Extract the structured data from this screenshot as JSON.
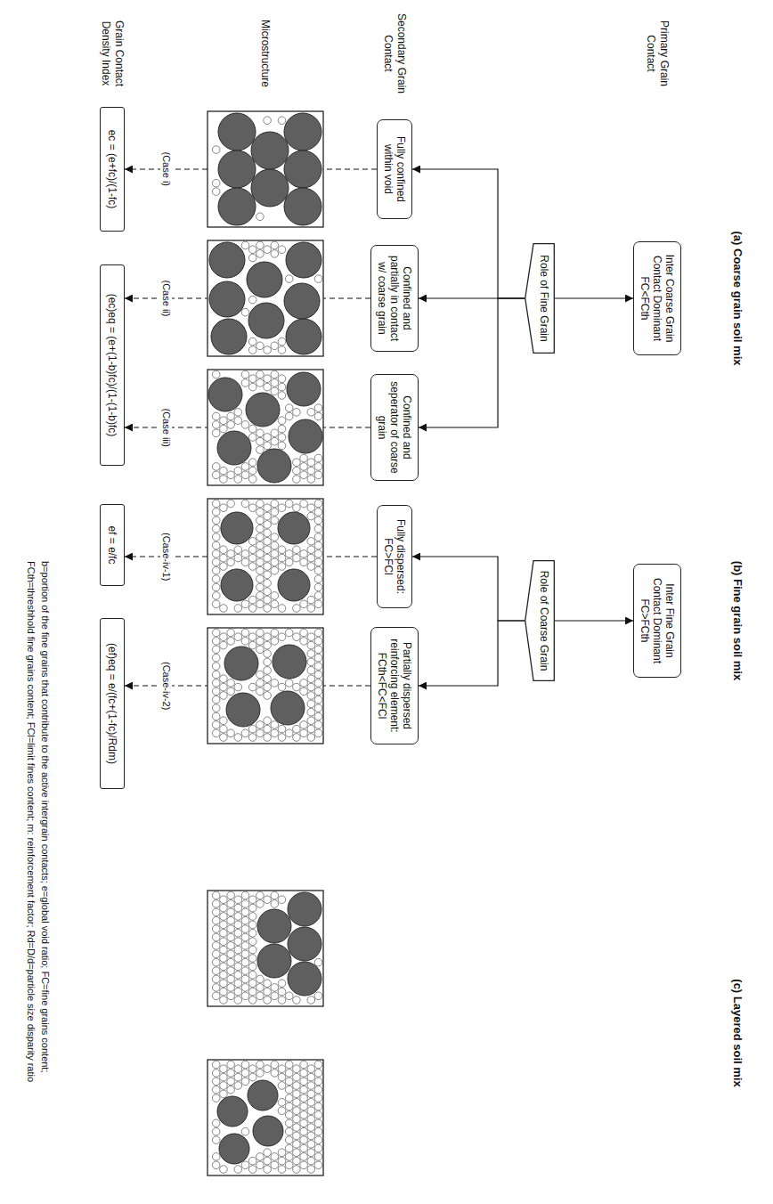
{
  "diagram": {
    "nodes": [
      {
        "text": [
          "Inter Coarse Grain Contact Dominant FC<FCth"
        ]
      },
      {
        "text": [
          "Inter Fine Grain Contact Dominant FC>FCth"
        ]
      },
      {
        "text": [
          "Role of Fine Grain"
        ]
      },
      {
        "text": [
          "Role of Coarse Grain"
        ]
      },
      {
        "text": [
          "Fully confined within void"
        ]
      },
      {
        "text": [
          "Confined and partially in contact w/ coarse grain"
        ]
      },
      {
        "text": [
          "Confined and seperator of coarse grain"
        ]
      },
      {
        "text": [
          "Fully dispersed: FC>FCl"
        ]
      },
      {
        "text": [
          "Partially dispersed reinforcing element: FCth<FC<FCl"
        ]
      },
      {
        "text": [
          "ec = (e+fc)/(1-fc)"
        ]
      },
      {
        "text": [
          "(ec)eq = (e+(1-b)fc)/(1-(1-b)fc)"
        ]
      },
      {
        "text": [
          "ef = e/fc"
        ]
      },
      {
        "text": [
          "(ef)eq = e/(fc+(1-fc)/Rdm)"
        ]
      }
    ],
    "edges": [
      {
        "from": 2,
        "to": 0,
        "arrow": "to"
      },
      {
        "from": 3,
        "to": 1,
        "arrow": "to"
      },
      {
        "from": 2,
        "to": 4,
        "arrow": "to"
      },
      {
        "from": 2,
        "to": 5,
        "arrow": "to"
      },
      {
        "from": 2,
        "to": 6,
        "arrow": "to"
      },
      {
        "from": 3,
        "to": 7,
        "arrow": "to"
      },
      {
        "from": 3,
        "to": 8,
        "arrow": "to"
      },
      {
        "from": 4,
        "to": 9,
        "label": "(Case i)",
        "arrow": "to"
      },
      {
        "from": 5,
        "to": 10,
        "label": "(Case ii)",
        "arrow": "to"
      },
      {
        "from": 6,
        "to": 10,
        "label": "(Case iii)",
        "arrow": "to"
      },
      {
        "from": 7,
        "to": 11,
        "label": "(Case-iv-1)",
        "arrow": "to"
      },
      {
        "from": 8,
        "to": 12,
        "label": "(Case-iv-2)",
        "arrow": "to"
      }
    ],
    "labels": [
      "(a) Coarse grain soil mix",
      "(b) Fine grain soil mix",
      "(c) Layered soil mix",
      "Primary Grain Contact",
      "Secondary Grain Contact",
      "Microstructure",
      "Grain Contact Density Index",
      "b=portion of the fine grains that contribute to the active intergrain contacts; e=global void ratio; FC=fine grains content;",
      "FCth=threshhold fine grains content; FCl=limit fines content; m: reinforcement factor; Rd=D/d=particle size disparity ratio"
    ]
  }
}
